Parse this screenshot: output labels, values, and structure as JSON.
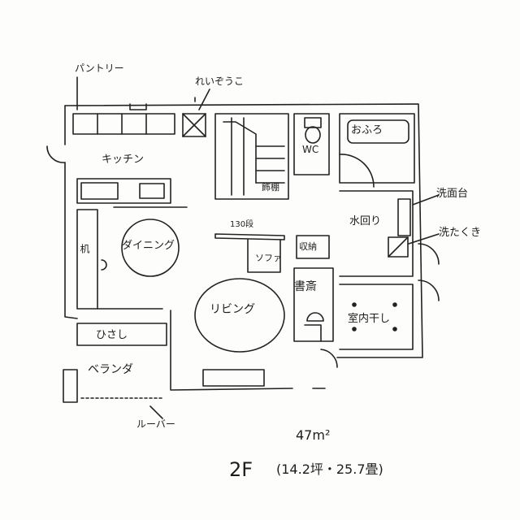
{
  "floor": "2F",
  "area": "47m²",
  "area_detail": "(14.2坪・25.7畳)",
  "rooms": {
    "pantry": "パントリー",
    "fridge": "れいぞうこ",
    "kitchen": "キッチン",
    "wc": "WC",
    "bath": "おふろ",
    "washstand": "洗面台",
    "utility": "水回り",
    "washer": "洗たくき",
    "desk": "机",
    "dining": "ダイニング",
    "storage_shelf": "飾棚",
    "partition_height": "130段",
    "storage_small": "収納",
    "sofa": "ソファ",
    "study": "書斎",
    "living": "リビング",
    "indoor_drying": "室内干し",
    "eaves": "ひさし",
    "veranda": "ベランダ",
    "louver": "ルーバー"
  }
}
